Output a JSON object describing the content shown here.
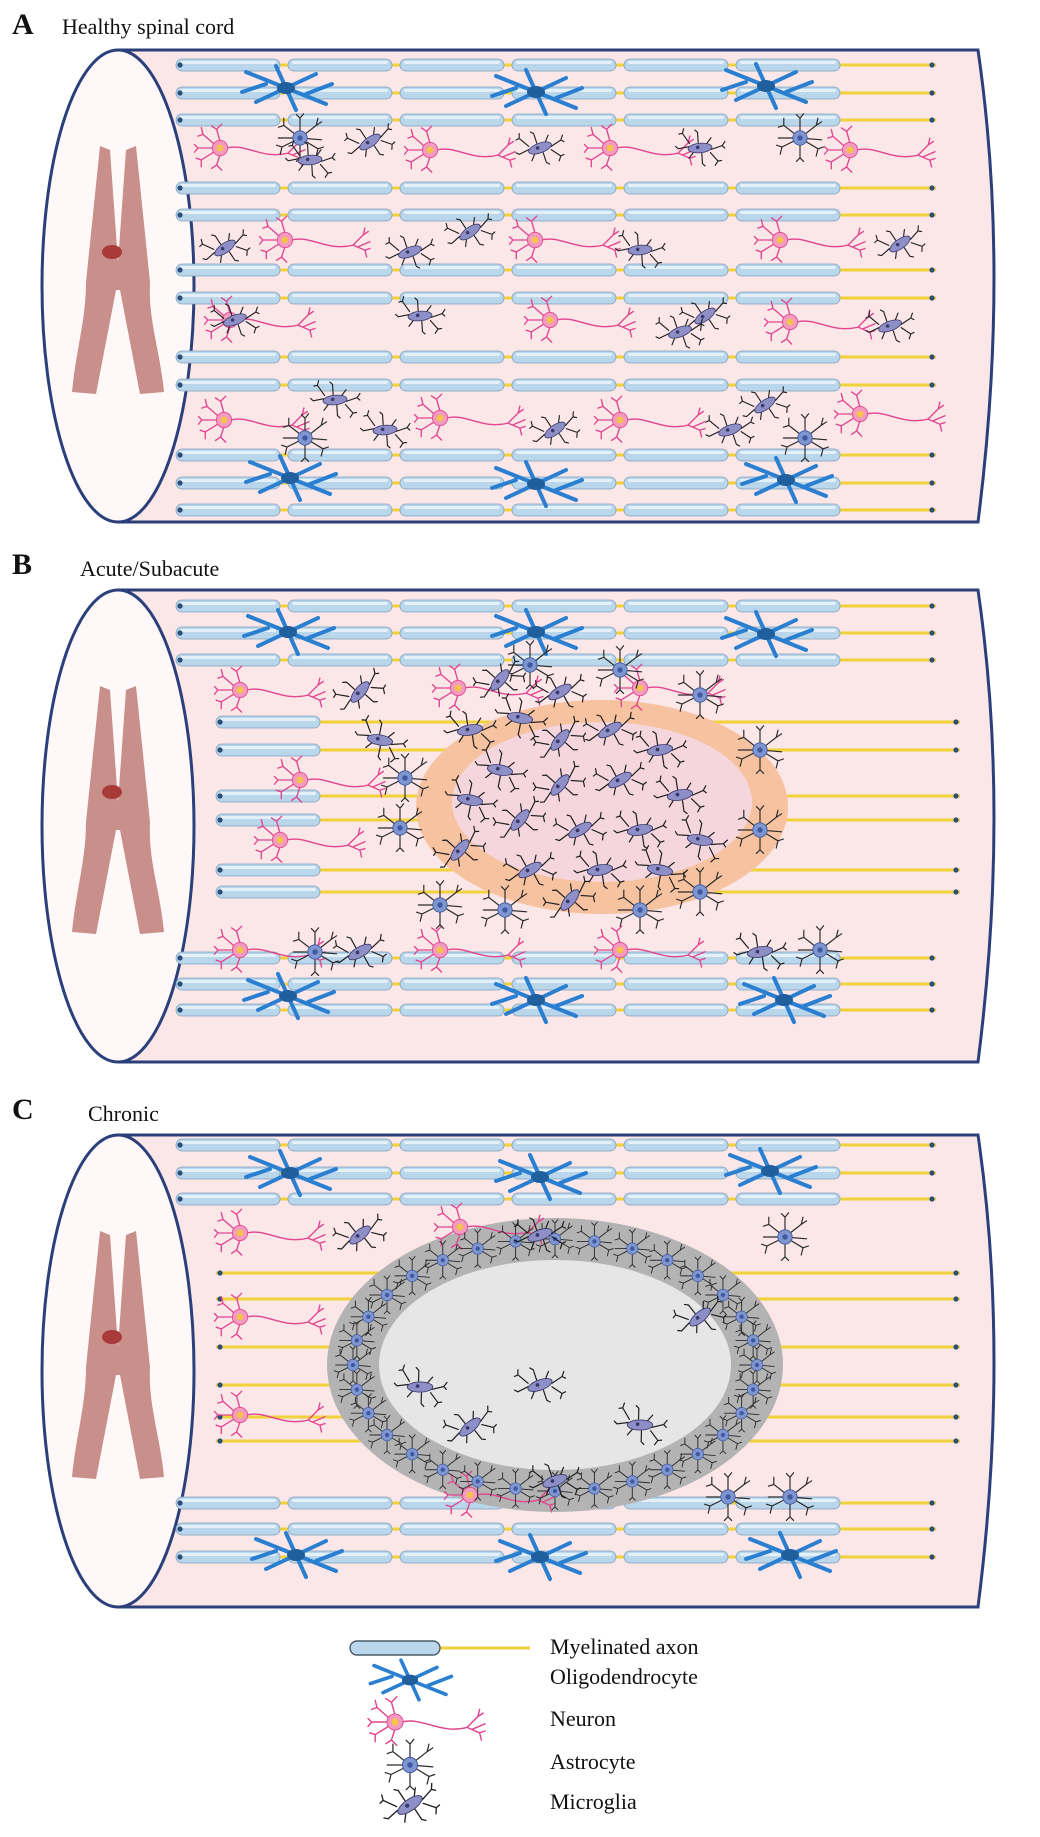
{
  "panels": [
    {
      "letter": "A",
      "title": "Healthy spinal cord",
      "stage": "healthy"
    },
    {
      "letter": "B",
      "title": "Acute/Subacute",
      "stage": "acute"
    },
    {
      "letter": "C",
      "title": "Chronic",
      "stage": "chronic"
    }
  ],
  "legend": [
    {
      "label": "Myelinated axon",
      "icon": "myelinated-axon"
    },
    {
      "label": "Oligodendrocyte",
      "icon": "oligodendrocyte"
    },
    {
      "label": "Neuron",
      "icon": "neuron"
    },
    {
      "label": "Astrocyte",
      "icon": "astrocyte"
    },
    {
      "label": "Microglia",
      "icon": "microglia"
    }
  ],
  "colors": {
    "cord_fill": "#fbe6e8",
    "cord_outline": "#2b3f7a",
    "grey_matter": "#c98f8a",
    "central_canal": "#a83a3a",
    "myelin": "#b9d6ea",
    "axon": "#f1d23a",
    "oligodendrocyte": "#2a7fd0",
    "neuron": "#e0458e",
    "astrocyte": "#2b2b2b",
    "microglia": "#8f8fc8",
    "lesion_acute_outer": "#f6c2a0",
    "lesion_acute_inner": "#f5d6dc",
    "scar_outer": "#b3b3b3",
    "scar_inner": "#e6e6e6"
  }
}
